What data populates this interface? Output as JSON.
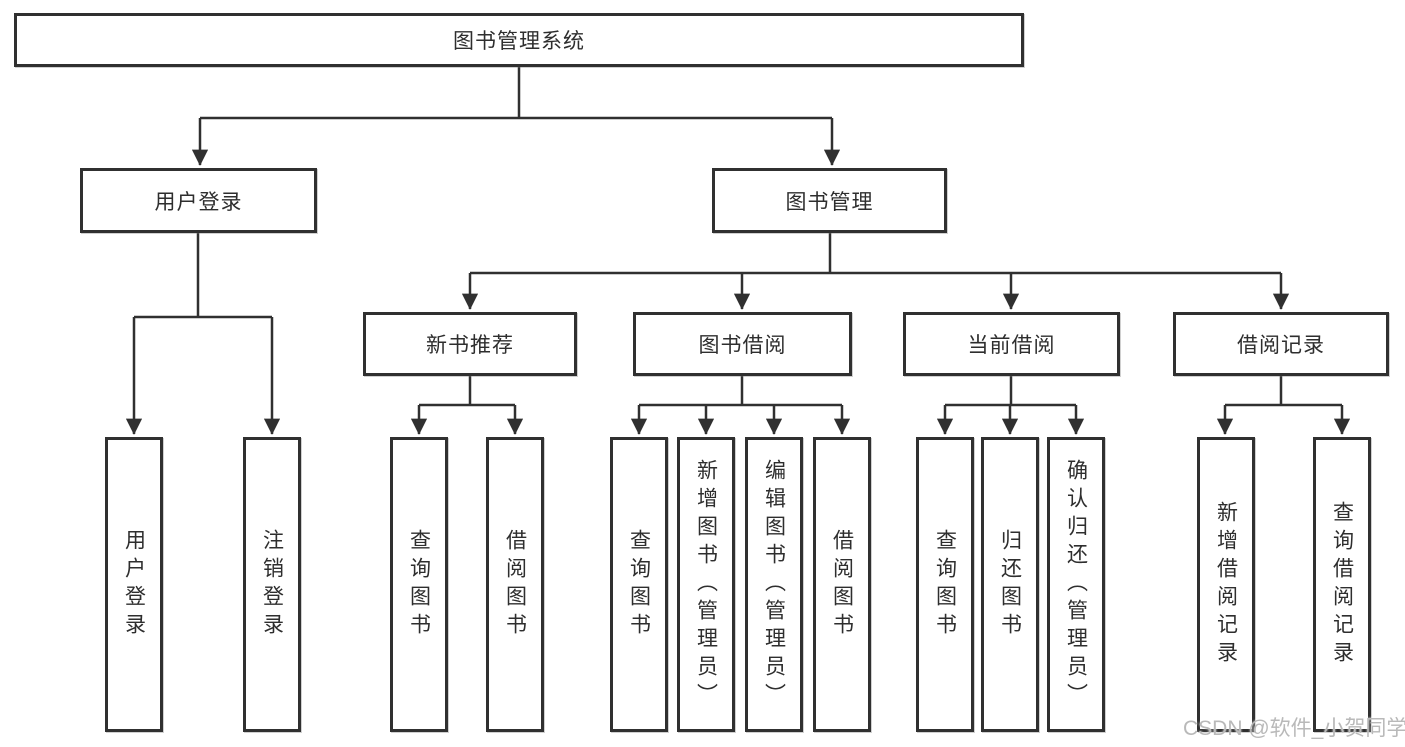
{
  "diagram": {
    "title": "图书管理系统",
    "root": {
      "label": "图书管理系统"
    },
    "level2": [
      {
        "label": "用户登录"
      },
      {
        "label": "图书管理"
      }
    ],
    "level3": [
      {
        "label": "新书推荐"
      },
      {
        "label": "图书借阅"
      },
      {
        "label": "当前借阅"
      },
      {
        "label": "借阅记录"
      }
    ],
    "leaves": {
      "user_login": [
        {
          "label": "用户登录"
        },
        {
          "label": "注销登录"
        }
      ],
      "new_book_recommend": [
        {
          "label": "查询图书"
        },
        {
          "label": "借阅图书"
        }
      ],
      "book_borrow": [
        {
          "label": "查询图书"
        },
        {
          "label": "新增图书（管理员）"
        },
        {
          "label": "编辑图书（管理员）"
        },
        {
          "label": "借阅图书"
        }
      ],
      "current_borrow": [
        {
          "label": "查询图书"
        },
        {
          "label": "归还图书"
        },
        {
          "label": "确认归还（管理员）"
        }
      ],
      "borrow_records": [
        {
          "label": "新增借阅记录"
        },
        {
          "label": "查询借阅记录"
        }
      ]
    },
    "colors": {
      "line": "#303030",
      "text": "#2e2e2e",
      "watermark": "#b9b9b9"
    },
    "watermark": "CSDN @软件_小贺同学"
  }
}
